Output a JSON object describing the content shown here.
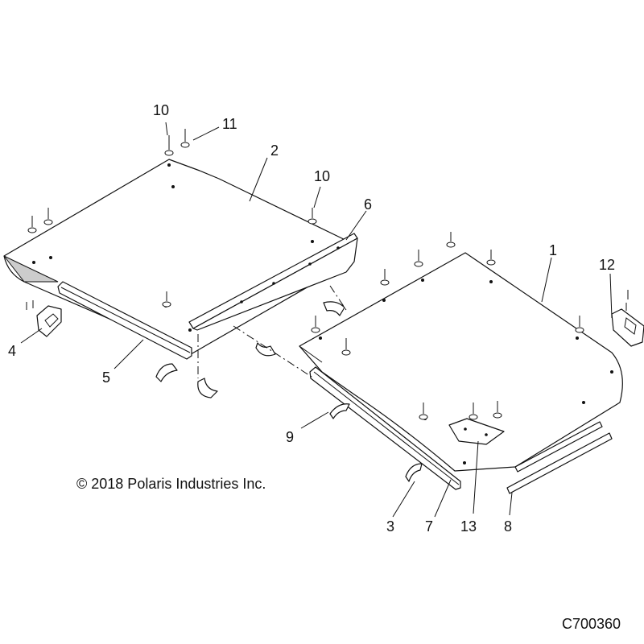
{
  "diagram": {
    "callouts": [
      "10",
      "11",
      "2",
      "10",
      "6",
      "1",
      "12",
      "4",
      "5",
      "9",
      "3",
      "7",
      "13",
      "8"
    ],
    "copyright": "© 2018 Polaris Industries Inc.",
    "figure_code": "C700360"
  }
}
